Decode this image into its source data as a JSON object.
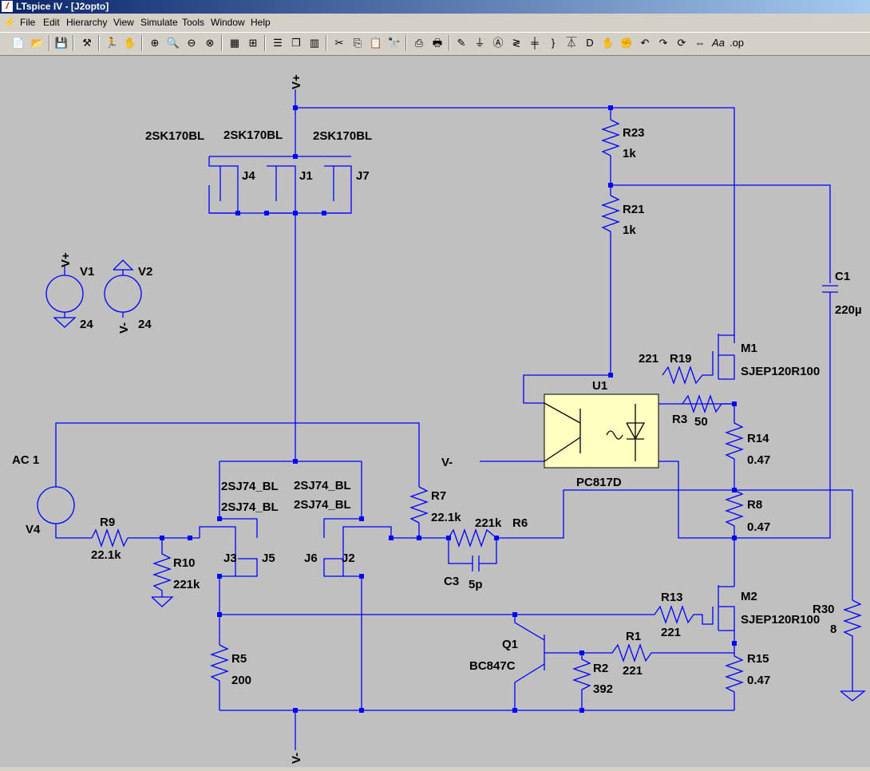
{
  "app": {
    "title": "LTspice IV - [J2opto]",
    "icon": "ltspice-logo-icon"
  },
  "menu": [
    "File",
    "Edit",
    "Hierarchy",
    "View",
    "Simulate",
    "Tools",
    "Window",
    "Help"
  ],
  "toolbar": [
    "new-schematic-icon",
    "open-icon",
    "save-icon",
    "control-panel-icon",
    "run-icon",
    "halt-icon",
    "zoom-in-icon",
    "pan-icon",
    "zoom-out-icon",
    "zoom-fit-icon",
    "autorange-icon",
    "grid-icon",
    "tile-horizontal-icon",
    "cascade-icon",
    "tile-vertical-icon",
    "cut-icon",
    "copy-icon",
    "paste-icon",
    "find-icon",
    "print-setup-icon",
    "print-icon",
    "draw-wire-icon",
    "ground-icon",
    "label-net-icon",
    "resistor-icon",
    "capacitor-icon",
    "inductor-icon",
    "diode-icon",
    "component-icon",
    "move-icon",
    "drag-icon",
    "undo-icon",
    "redo-icon",
    "rotate-icon",
    "mirror-icon",
    "text-icon",
    "spice-directive-icon"
  ],
  "colors": {
    "wire": "#0000ff",
    "node": "#0000ff",
    "canvas": "#c0c0c0",
    "optocoupler": "#ffffc0"
  },
  "labels": {
    "vplus_top": "V+",
    "vminus_bottom": "V-",
    "v1": "V1",
    "v1_val": "24",
    "v1_label": "V+",
    "v2": "V2",
    "v2_val": "24",
    "v2_label": "V-",
    "ac": "AC 1",
    "v4": "V4",
    "j4_model": "2SK170BL",
    "j1_model": "2SK170BL",
    "j7_model": "2SK170BL",
    "j4": "J4",
    "j1": "J1",
    "j7": "J7",
    "r23": "R23",
    "r23_val": "1k",
    "r21": "R21",
    "r21_val": "1k",
    "c1": "C1",
    "c1_val": "220µ",
    "m1": "M1",
    "m1_model": "SJEP120R100",
    "r19": "R19",
    "r19_val": "221",
    "u1": "U1",
    "r3": "R3",
    "r3_val": "50",
    "r14": "R14",
    "r14_val": "0.47",
    "vminus_mid": "V-",
    "pc817": "PC817D",
    "r8": "R8",
    "r8_val": "0.47",
    "r7": "R7",
    "r7_val": "22.1k",
    "r6": "R6",
    "r6_val": "221k",
    "c3": "C3",
    "c3_val": "5p",
    "r9": "R9",
    "r9_val": "22.1k",
    "r10": "R10",
    "r10_val": "221k",
    "j3_model": "2SJ74_BL",
    "j5_model": "2SJ74_BL",
    "j6_model": "2SJ74_BL",
    "j2_model": "2SJ74_BL",
    "j3": "J3",
    "j5": "J5",
    "j6": "J6",
    "j2": "J2",
    "m2": "M2",
    "m2_model": "SJEP120R100",
    "r13": "R13",
    "r13_val": "221",
    "r30": "R30",
    "r30_val": "8",
    "q1": "Q1",
    "q1_model": "BC847C",
    "r1": "R1",
    "r1_val": "221",
    "r2": "R2",
    "r2_val": "392",
    "r15": "R15",
    "r15_val": "0.47",
    "r5": "R5",
    "r5_val": "200"
  }
}
